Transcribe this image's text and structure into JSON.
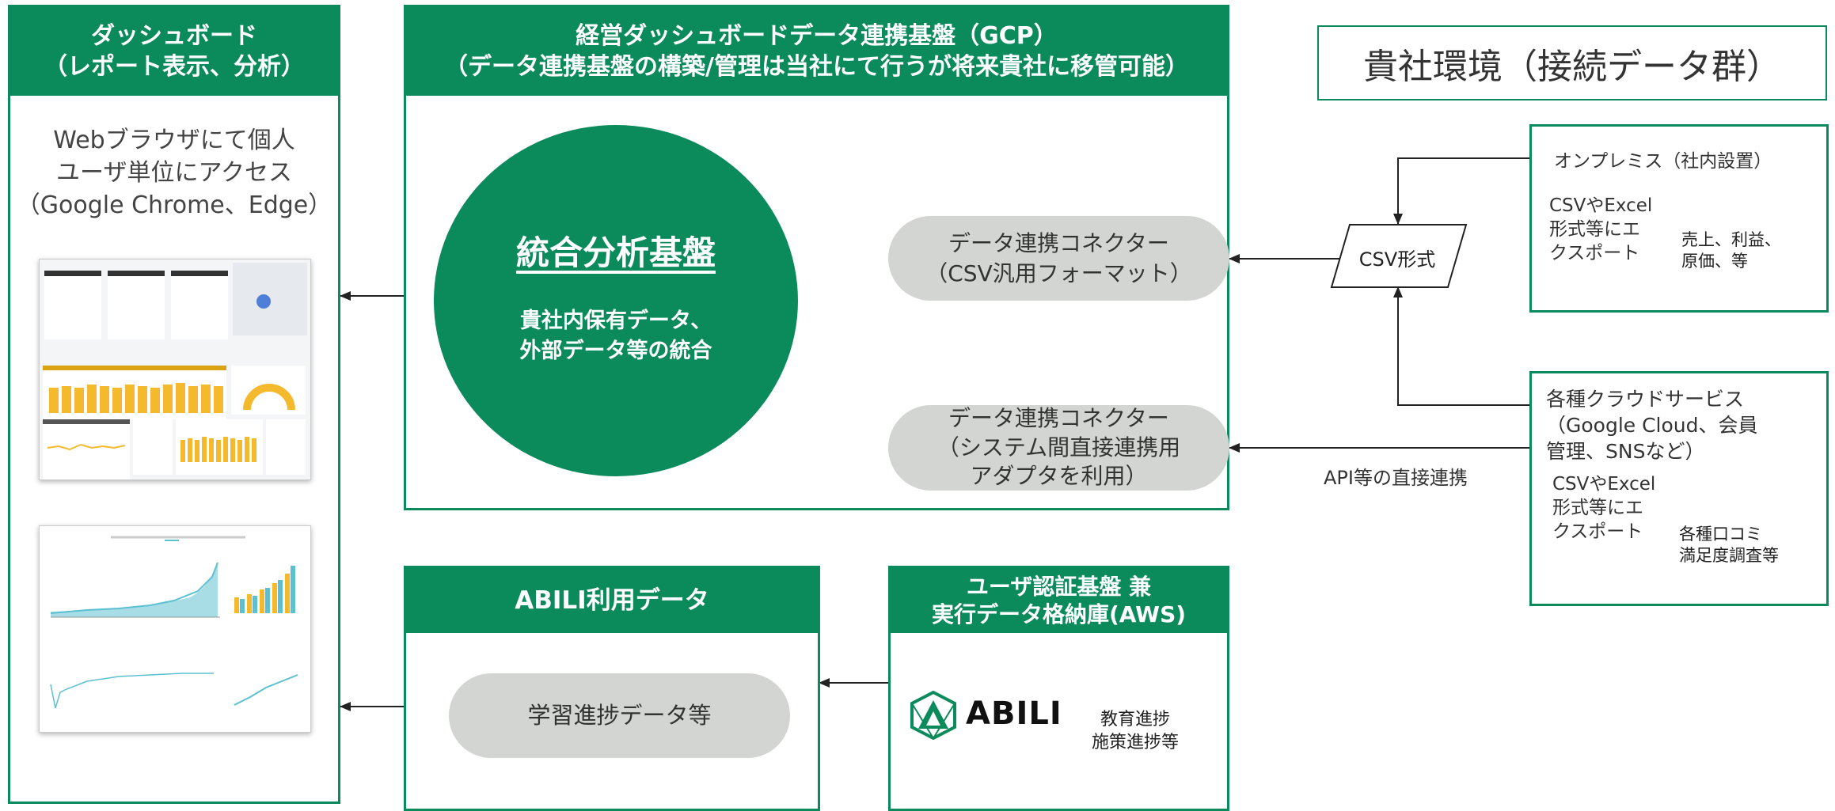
{
  "dashboard": {
    "title_line1": "ダッシュボード",
    "title_line2": "（レポート表示、分析）",
    "desc_line1": "Webブラウザにて個人",
    "desc_line2": "ユーザ単位にアクセス",
    "desc_line3": "（Google Chrome、Edge）"
  },
  "gcp": {
    "title_line1": "経営ダッシュボードデータ連携基盤（GCP）",
    "title_line2": "（データ連携基盤の構築/管理は当社にて行うが将来貴社に移管可能）",
    "core_title": "統合分析基盤",
    "core_desc_line1": "貴社内保有データ、",
    "core_desc_line2": "外部データ等の統合",
    "connector1_line1": "データ連携コネクター",
    "connector1_line2": "（CSV汎用フォーマット）",
    "connector2_line1": "データ連携コネクター",
    "connector2_line2": "（システム間直接連携用",
    "connector2_line3": "アダプタを利用）"
  },
  "client_env": {
    "title": "貴社環境（接続データ群）",
    "csv_format": "CSV形式",
    "onprem": {
      "title": "オンプレミス（社内設置）",
      "export_line1": "CSVやExcel",
      "export_line2": "形式等にエ",
      "export_line3": "クスポート",
      "db_line1": "売上、利益、",
      "db_line2": "原価、等"
    },
    "cloud": {
      "title_line1": "各種クラウドサービス",
      "title_line2": "（Google Cloud、会員",
      "title_line3": "管理、SNSなど）",
      "export_line1": "CSVやExcel",
      "export_line2": "形式等にエ",
      "export_line3": "クスポート",
      "db_line1": "各種口コミ",
      "db_line2": "満足度調査等"
    },
    "api_label": "API等の直接連携"
  },
  "abili_data": {
    "title": "ABILI利用データ",
    "item": "学習進捗データ等"
  },
  "aws": {
    "title_line1": "ユーザ認証基盤 兼",
    "title_line2": "実行データ格納庫(AWS)",
    "logo_text": "ABILI",
    "db_line1": "教育進捗",
    "db_line2": "施策進捗等"
  },
  "colors": {
    "brand_green": "#0b8a5c",
    "pill_gray": "#d3d5d2",
    "chart_yellow": "#f5b92e",
    "chart_teal": "#5bc0d0"
  }
}
